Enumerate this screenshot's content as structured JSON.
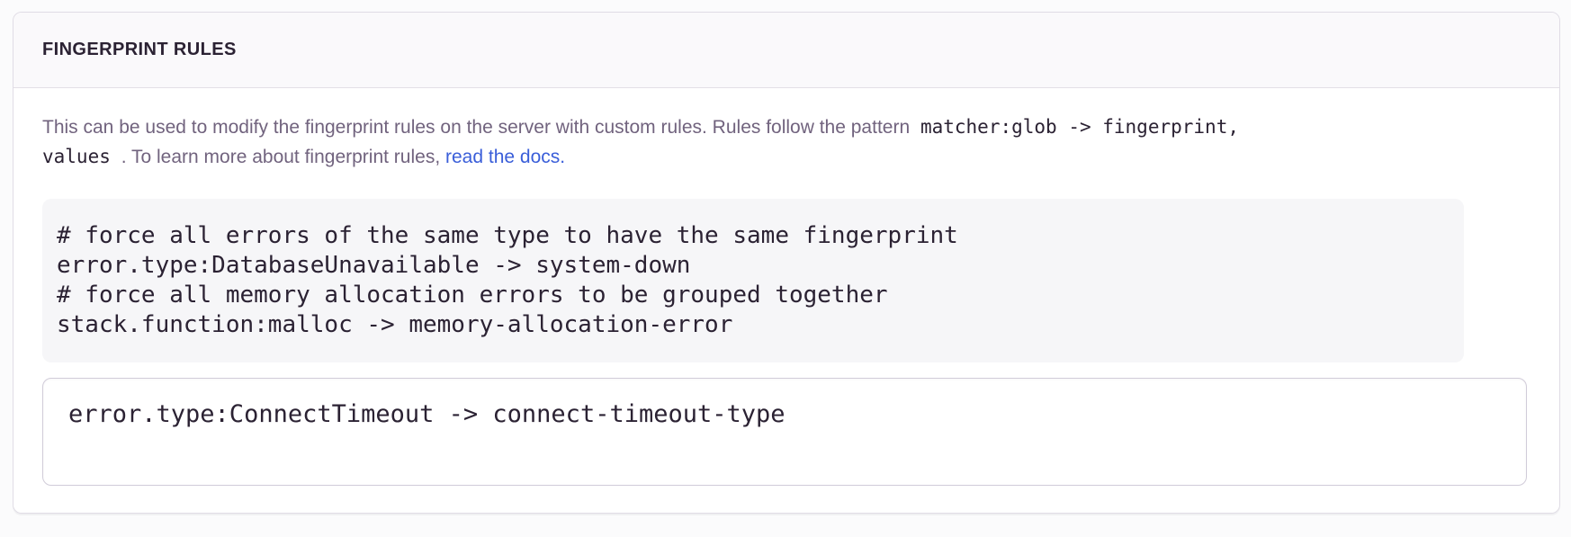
{
  "colors": {
    "page_background": "#fbfbfc",
    "panel_border": "#e0dce5",
    "header_background": "#faf9fb",
    "heading_text": "#2b2233",
    "body_text": "#71637e",
    "code_text": "#2b2233",
    "link": "#3a5ed9",
    "example_background": "#f6f6f8",
    "input_border": "#d1ccd9"
  },
  "panel": {
    "title": "FINGERPRINT RULES",
    "description": {
      "text_before_pattern": "This can be used to modify the fingerprint rules on the server with custom rules. Rules follow the pattern ",
      "pattern_code_line1": "matcher:glob -> fingerprint,",
      "pattern_code_line2": "values",
      "text_after_pattern": " . To learn more about fingerprint rules, ",
      "link_label": "read the docs."
    },
    "example_code": "# force all errors of the same type to have the same fingerprint\nerror.type:DatabaseUnavailable -> system-down\n# force all memory allocation errors to be grouped together\nstack.function:malloc -> memory-allocation-error",
    "rules_field": {
      "value": "error.type:ConnectTimeout -> connect-timeout-type"
    }
  }
}
